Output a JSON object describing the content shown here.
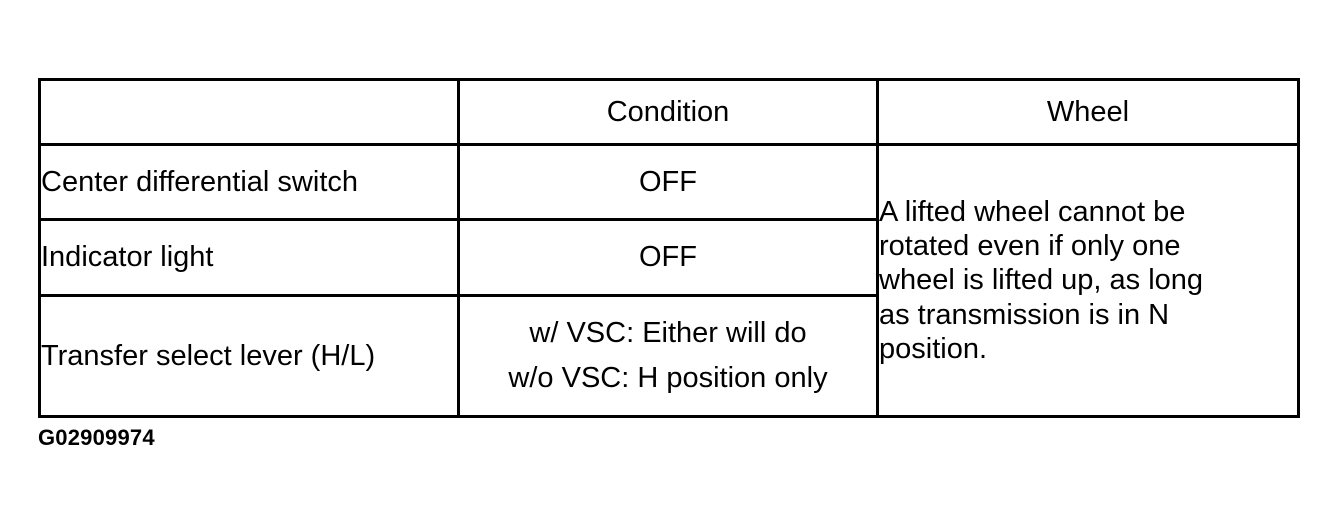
{
  "page": {
    "background_color": "#ffffff",
    "text_color": "#000000",
    "border_color": "#000000"
  },
  "table": {
    "name": "center-differential-condition-table",
    "columns": [
      {
        "key": "item",
        "header": ""
      },
      {
        "key": "condition",
        "header": "Condition"
      },
      {
        "key": "wheel",
        "header": "Wheel"
      }
    ],
    "rows": [
      {
        "item": "Center differential switch",
        "condition": "OFF"
      },
      {
        "item": "Indicator light",
        "condition": "OFF"
      },
      {
        "item": "Transfer select lever (H/L)",
        "condition_lines": [
          "w/ VSC: Either will do",
          "w/o VSC: H position only"
        ]
      }
    ],
    "wheel_cell": {
      "rowspan": 3,
      "lines": [
        "A lifted wheel cannot be",
        "rotated even if only one",
        "wheel is lifted up, as long",
        "as transmission is in N",
        "position."
      ],
      "text": "A lifted wheel cannot be rotated even if only one wheel is lifted up, as long as transmission is in N position."
    }
  },
  "caption": {
    "text": "G02909974"
  }
}
